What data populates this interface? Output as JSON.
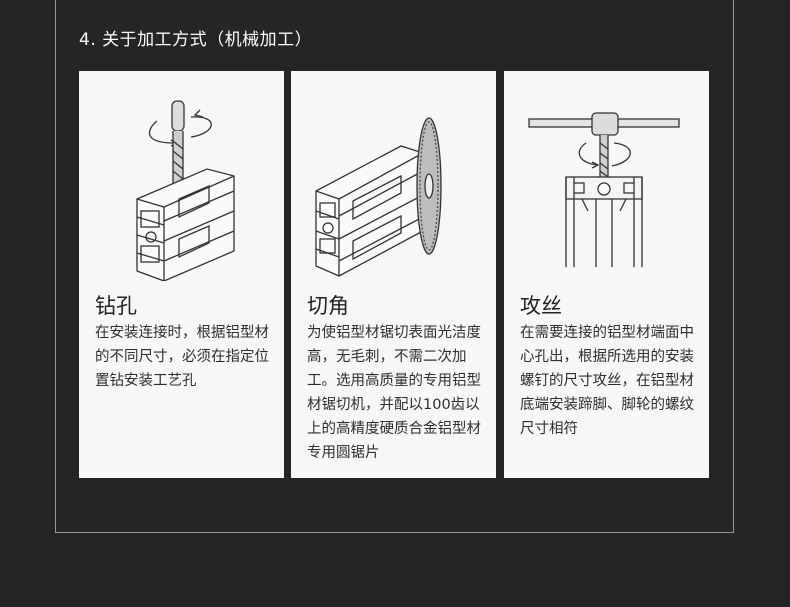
{
  "section": {
    "title": "4. 关于加工方式（机械加工）"
  },
  "cards": [
    {
      "title": "钻孔",
      "description": "在安装连接时，根据铝型材的不同尺寸，必须在指定位置钻安装工艺孔",
      "icon": "drill-icon"
    },
    {
      "title": "切角",
      "description": "为使铝型材锯切表面光洁度高，无毛刺，不需二次加工。选用高质量的专用铝型材锯切机，并配以100齿以上的高精度硬质合金铝型材专用圆锯片",
      "icon": "saw-blade-icon"
    },
    {
      "title": "攻丝",
      "description": "在需要连接的铝型材端面中心孔出，根据所选用的安装螺钉的尺寸攻丝，在铝型材底端安装蹄脚、脚轮的螺纹尺寸相符",
      "icon": "tap-wrench-icon"
    }
  ],
  "colors": {
    "background": "#252525",
    "card": "#f7f7f7",
    "frame": "#9a9a9a"
  }
}
